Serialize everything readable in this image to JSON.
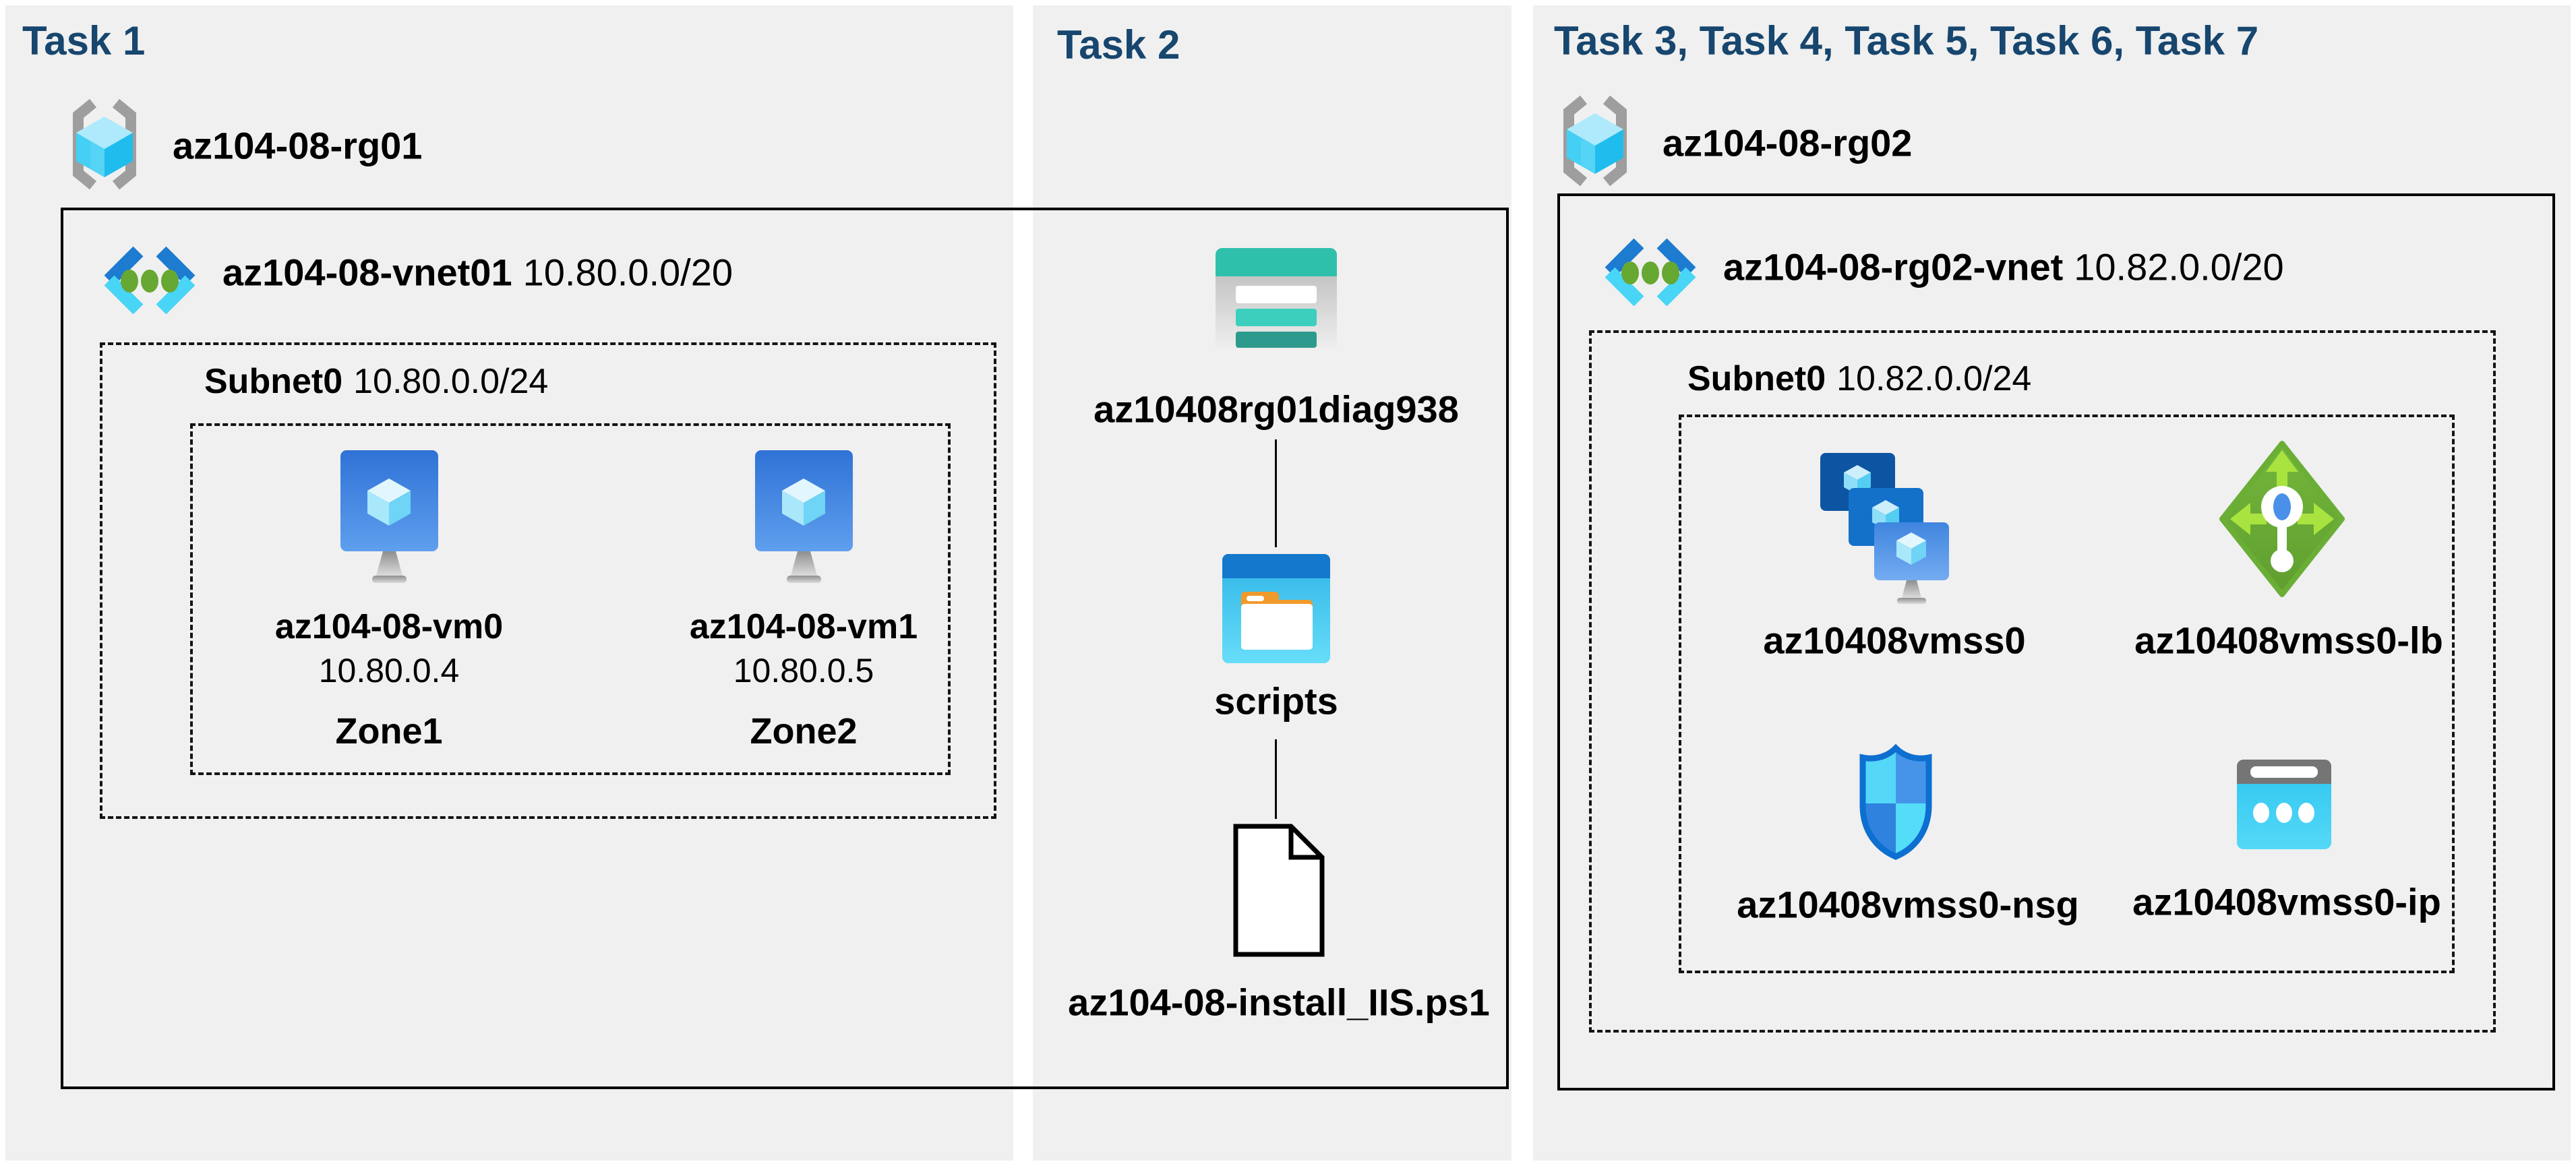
{
  "colors": {
    "background": "#ffffff",
    "panel_bg": "#f0f0f0",
    "title": "#17466e",
    "text": "#000000",
    "box_border": "#000000"
  },
  "task1": {
    "title": "Task 1",
    "resource_group": "az104-08-rg01",
    "vnet_name": "az104-08-vnet01",
    "vnet_cidr": "10.80.0.0/20",
    "subnet_name": "Subnet0",
    "subnet_cidr": "10.80.0.0/24",
    "vms": [
      {
        "name": "az104-08-vm0",
        "ip": "10.80.0.4",
        "zone": "Zone1"
      },
      {
        "name": "az104-08-vm1",
        "ip": "10.80.0.5",
        "zone": "Zone2"
      }
    ]
  },
  "task2": {
    "title": "Task 2",
    "storage_account": "az10408rg01diag938",
    "container": "scripts",
    "script_file": "az104-08-install_IIS.ps1"
  },
  "task3": {
    "title": "Task 3, Task 4, Task 5, Task 6, Task 7",
    "resource_group": "az104-08-rg02",
    "vnet_name": "az104-08-rg02-vnet",
    "vnet_cidr": "10.82.0.0/20",
    "subnet_name": "Subnet0",
    "subnet_cidr": "10.82.0.0/24",
    "vmss": "az10408vmss0",
    "load_balancer": "az10408vmss0-lb",
    "nsg": "az10408vmss0-nsg",
    "public_ip": "az10408vmss0-ip"
  }
}
